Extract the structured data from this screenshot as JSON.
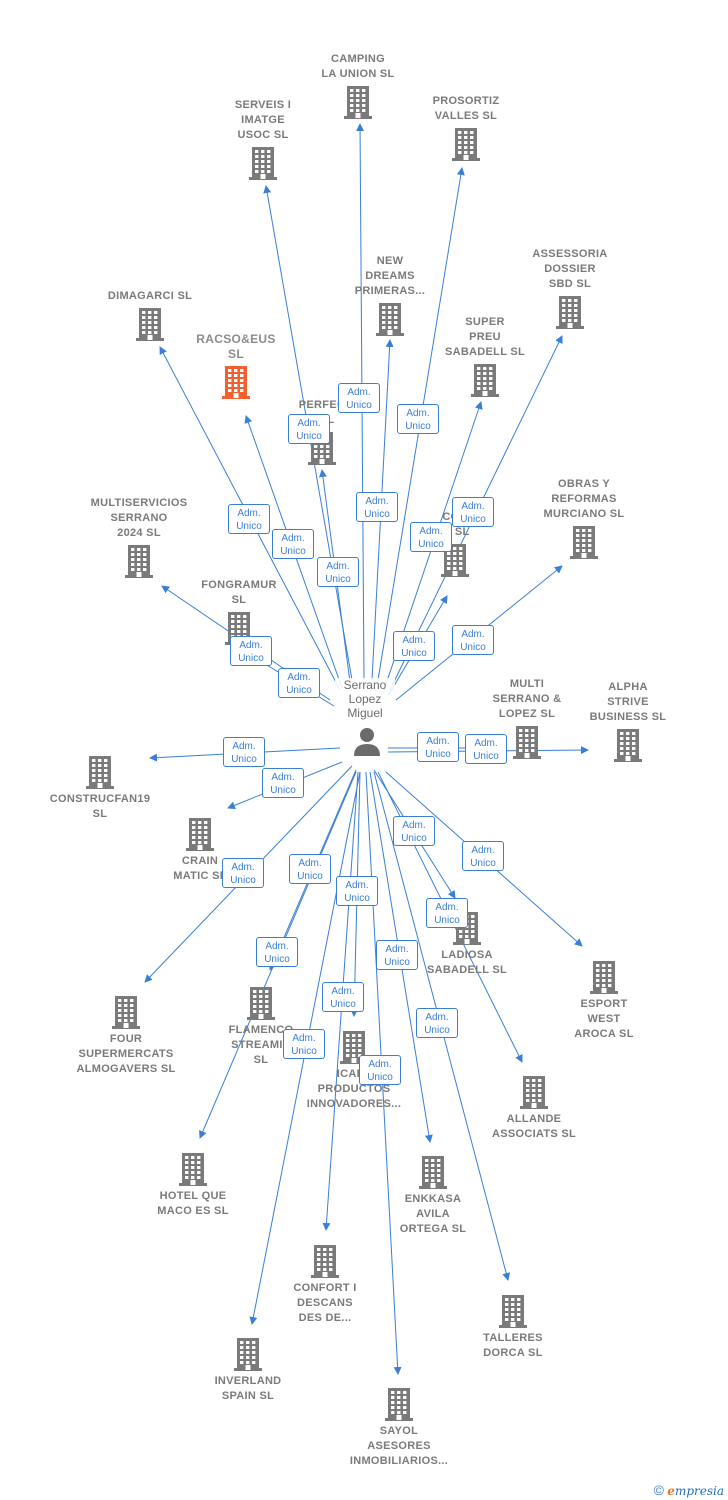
{
  "colors": {
    "edge": "#3a7fd6",
    "building": "#7a7a7a",
    "building_focus": "#f2602f",
    "person": "#6b6b6b"
  },
  "person": {
    "name": "Serrano\nLopez\nMiguel",
    "icon": "person-icon"
  },
  "badge": {
    "line1": "Adm.",
    "line2": "Unico"
  },
  "companies": [
    {
      "id": "camping",
      "label": "CAMPING\nLA UNION SL"
    },
    {
      "id": "serveis",
      "label": "SERVEIS I\nIMATGE\nUSOC SL"
    },
    {
      "id": "prosortiz",
      "label": "PROSORTIZ\nVALLES SL"
    },
    {
      "id": "newdreams",
      "label": "NEW\nDREAMS\nPRIMERAS..."
    },
    {
      "id": "assessoria",
      "label": "ASSESSORIA\nDOSSIER\nSBD SL"
    },
    {
      "id": "dimagarci",
      "label": "DIMAGARCI  SL"
    },
    {
      "id": "racso",
      "label": "RACSO&EUS\nSL",
      "focus": true
    },
    {
      "id": "superpreu",
      "label": "SUPER\nPREU\nSABADELL  SL"
    },
    {
      "id": "perfec",
      "label": "PERFEC\nL  SL"
    },
    {
      "id": "obras",
      "label": "OBRAS Y\nREFORMAS\nMURCIANO  SL"
    },
    {
      "id": "multiserv",
      "label": "MULTISERVICIOS\nSERRANO\n2024  SL"
    },
    {
      "id": "coc",
      "label": "COC\nIS  SL"
    },
    {
      "id": "fongramur",
      "label": "FONGRAMUR\nSL"
    },
    {
      "id": "multiserrano",
      "label": "MULTI\nSERRANO &\nLOPEZ  SL"
    },
    {
      "id": "alpha",
      "label": "ALPHA\nSTRIVE\nBUSINESS  SL"
    },
    {
      "id": "construcfan",
      "label": "CONSTRUCFAN19\nSL"
    },
    {
      "id": "crain",
      "label": "CRAIN\nMATIC  SL"
    },
    {
      "id": "ladiosa",
      "label": "LADIOSA\nSABADELL SL"
    },
    {
      "id": "esport",
      "label": "ESPORT\nWEST\nAROCA SL"
    },
    {
      "id": "four",
      "label": "FOUR\nSUPERMERCATS\nALMOGAVERS SL"
    },
    {
      "id": "flamenco",
      "label": "FLAMENCO\nSTREAMIN\nSL"
    },
    {
      "id": "icafe",
      "label": "ICAFE\nPRODUCTOS\nINNOVADORES..."
    },
    {
      "id": "allande",
      "label": "ALLANDE\nASSOCIATS  SL"
    },
    {
      "id": "hotel",
      "label": "HOTEL QUE\nMACO ES  SL"
    },
    {
      "id": "enkkasa",
      "label": "ENKKASA\nAVILA\nORTEGA  SL"
    },
    {
      "id": "confort",
      "label": "CONFORT I\nDESCANS\nDES DE..."
    },
    {
      "id": "talleres",
      "label": "TALLERES\nDORCA  SL"
    },
    {
      "id": "inverland",
      "label": "INVERLAND\nSPAIN  SL"
    },
    {
      "id": "sayol",
      "label": "SAYOL\nASESORES\nINMOBILIARIOS..."
    }
  ],
  "footer": {
    "copyright": "©",
    "brand_e": "e",
    "brand_rest": "mpresia"
  }
}
